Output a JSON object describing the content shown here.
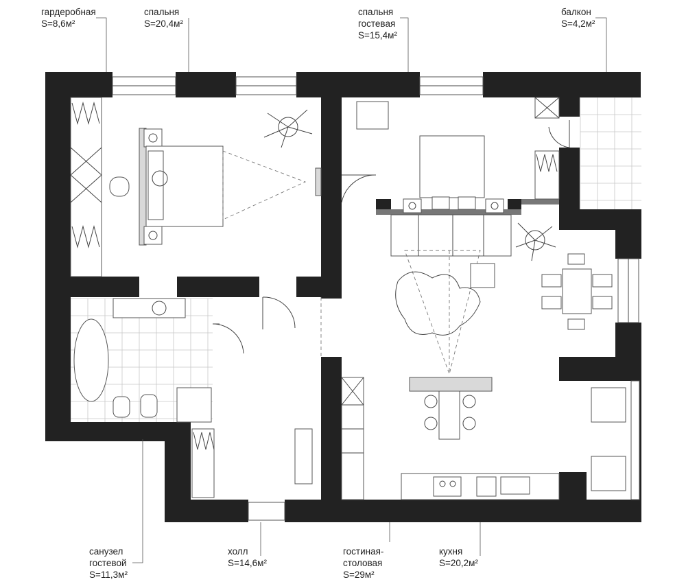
{
  "title": "",
  "rooms": {
    "wardrobe": {
      "name": "гардеробная",
      "area": "S=8,6м²"
    },
    "bedroom": {
      "name": "спальня",
      "area": "S=20,4м²"
    },
    "guest_bedroom": {
      "name_line1": "спальня",
      "name_line2": "гостевая",
      "area": "S=15,4м²"
    },
    "balcony": {
      "name": "балкон",
      "area": "S=4,2м²"
    },
    "guest_bathroom": {
      "name_line1": "санузел",
      "name_line2": "гостевой",
      "area": "S=11,3м²"
    },
    "hall": {
      "name": "холл",
      "area": "S=14,6м²"
    },
    "living_dining": {
      "name_line1": "гостиная-",
      "name_line2": "столовая",
      "area": "S=29м²"
    },
    "kitchen": {
      "name": "кухня",
      "area": "S=20,2м²"
    }
  },
  "colors": {
    "wall": "#222222",
    "line": "#555555",
    "tile": "#c8c8c8",
    "background": "#ffffff"
  }
}
